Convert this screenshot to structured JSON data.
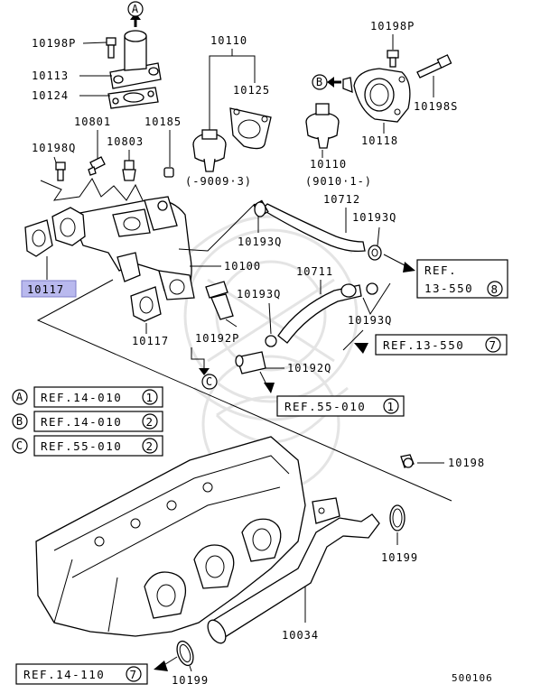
{
  "callouts": {
    "p10198P_a": "10198P",
    "p10113": "10113",
    "p10124": "10124",
    "p10110_a": "10110",
    "p10125": "10125",
    "p10198P_b": "10198P",
    "p10198S": "10198S",
    "p10801": "10801",
    "p10185": "10185",
    "p10803": "10803",
    "p10198Q": "10198Q",
    "p10118": "10118",
    "p10110_b": "10110",
    "range_a": "(-9009·3)",
    "range_b": "(9010·1-)",
    "p10712": "10712",
    "p10193Q_a": "10193Q",
    "p10193Q_b": "10193Q",
    "p10100": "10100",
    "p10117_highlight": "10117",
    "p10711": "10711",
    "p10193Q_c": "10193Q",
    "p10193Q_d": "10193Q",
    "p10117_b": "10117",
    "p10192P": "10192P",
    "p10192Q": "10192Q",
    "p10198": "10198",
    "p10199_a": "10199",
    "p10034": "10034",
    "p10199_b": "10199",
    "diagram_no": "500106"
  },
  "markers": {
    "A": "A",
    "B": "B",
    "C": "C"
  },
  "refs": {
    "ref_13_550_8_line1": "REF.",
    "ref_13_550_8_line2": "13-550",
    "ref_13_550_8_num": "8",
    "ref_13_550_7": "REF.13-550",
    "ref_13_550_7_num": "7",
    "ref_55_010_1": "REF.55-010",
    "ref_55_010_1_num": "1",
    "ref_14_110_7": "REF.14-110",
    "ref_14_110_7_num": "7"
  },
  "legend": [
    {
      "marker": "A",
      "ref": "REF.14-010",
      "num": "1"
    },
    {
      "marker": "B",
      "ref": "REF.14-010",
      "num": "2"
    },
    {
      "marker": "C",
      "ref": "REF.55-010",
      "num": "2"
    }
  ],
  "colors": {
    "highlight": "#b9b9ee",
    "watermark": "#e4e4e4"
  }
}
